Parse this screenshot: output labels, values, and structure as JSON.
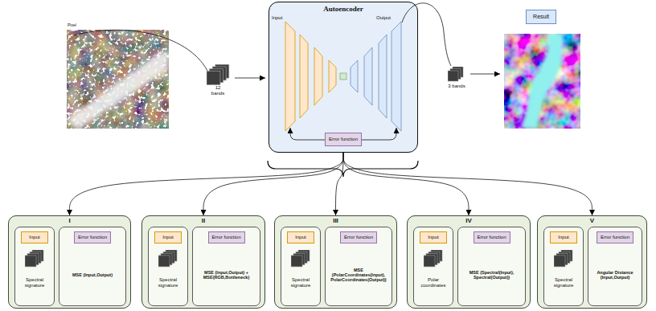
{
  "diagram": {
    "nodes": [
      {
        "text": [
          "Autoencoder"
        ]
      },
      {
        "text": [
          "Error function"
        ],
        "in": 0
      },
      {
        "text": [
          "Result"
        ]
      },
      {
        "text": [
          "I"
        ]
      },
      {
        "text": [
          "Spectral signature"
        ],
        "in": 3
      },
      {
        "text": [
          "Input"
        ],
        "in": 4
      },
      {
        "text": [
          "MSE (Input,Output)"
        ],
        "in": 3
      },
      {
        "text": [
          "Error function"
        ],
        "in": 6
      },
      {
        "text": [
          "II"
        ]
      },
      {
        "text": [
          "Spectral signature"
        ],
        "in": 8
      },
      {
        "text": [
          "Input"
        ],
        "in": 9
      },
      {
        "text": [
          "MSE (Input,Output) + MSE(RGB,Bottleneck)"
        ],
        "in": 8
      },
      {
        "text": [
          "Error function"
        ],
        "in": 11
      },
      {
        "text": [
          "III"
        ]
      },
      {
        "text": [
          "Spectral signature"
        ],
        "in": 13
      },
      {
        "text": [
          "Input"
        ],
        "in": 14
      },
      {
        "text": [
          "MSE (PolarCoordinates(Input), PolarCoordinates(Output))"
        ],
        "in": 13
      },
      {
        "text": [
          "Error function"
        ],
        "in": 16
      },
      {
        "text": [
          "IV"
        ]
      },
      {
        "text": [
          "Polar coordinates"
        ],
        "in": 18
      },
      {
        "text": [
          "Input"
        ],
        "in": 19
      },
      {
        "text": [
          "MSE (Spectral(Input), Spectral(Output))"
        ],
        "in": 18
      },
      {
        "text": [
          "Error function"
        ],
        "in": 21
      },
      {
        "text": [
          "V"
        ]
      },
      {
        "text": [
          "Spectral signature"
        ],
        "in": 23
      },
      {
        "text": [
          "Input"
        ],
        "in": 24
      },
      {
        "text": [
          "Angular Distance (Input,Output)"
        ],
        "in": 23
      },
      {
        "text": [
          "Error function"
        ],
        "in": 26
      }
    ],
    "edges": [
      {
        "from": 0,
        "to": 3,
        "arrow": "to"
      },
      {
        "from": 0,
        "to": 8,
        "arrow": "to"
      },
      {
        "from": 0,
        "to": 13,
        "arrow": "to"
      },
      {
        "from": 0,
        "to": 18,
        "arrow": "to"
      },
      {
        "from": 0,
        "to": 23,
        "arrow": "to"
      }
    ],
    "labels": [
      "Pixel",
      "12 bands",
      "Input",
      "Output",
      "3 bands"
    ]
  }
}
